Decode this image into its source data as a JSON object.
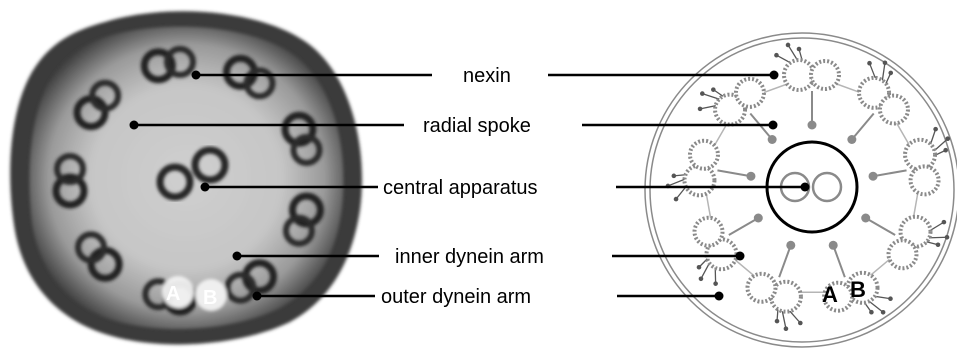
{
  "labels": {
    "nexin": "nexin",
    "radial_spoke": "radial spoke",
    "central_apparatus": "central apparatus",
    "inner_dynein_arm": "inner dynein arm",
    "outer_dynein_arm": "outer dynein arm"
  },
  "micrograph": {
    "tubule_a": "A",
    "tubule_b": "B"
  },
  "schematic": {
    "tubule_a": "A",
    "tubule_b": "B"
  },
  "colors": {
    "line": "#000000",
    "schematic_gray": "#8a8a8a",
    "tubule_fill": "#dcdcdc",
    "em_dark": "#2a2a2a",
    "em_light": "#e4e4e4"
  }
}
